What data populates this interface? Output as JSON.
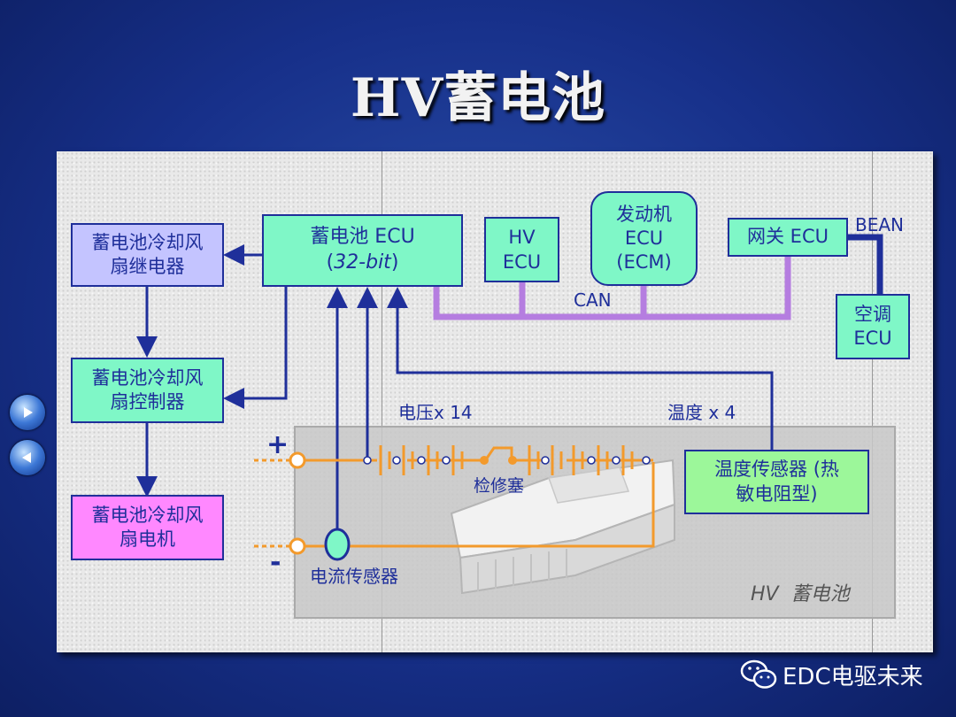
{
  "title": "HV蓄电池",
  "boxes": {
    "battery_ecu_line1": "蓄电池 ECU",
    "battery_ecu_line2_open": "(",
    "battery_ecu_line2_bits": "32-bit",
    "battery_ecu_line2_close": ")",
    "hv_ecu": "HV\nECU",
    "engine_ecu_line1": "发动机",
    "engine_ecu_line2": "ECU",
    "engine_ecu_line3": "(ECM)",
    "gateway_ecu": "网关 ECU",
    "ac_ecu_line1": "空调",
    "ac_ecu_line2": "ECU",
    "fan_relay_line1": "蓄电池冷却风",
    "fan_relay_line2": "扇继电器",
    "fan_controller_line1": "蓄电池冷却风",
    "fan_controller_line2": "扇控制器",
    "fan_motor_line1": "蓄电池冷却风",
    "fan_motor_line2": "扇电机",
    "temp_sensor_line1": "温度传感器 (热",
    "temp_sensor_line2": "敏电阻型)"
  },
  "labels": {
    "bean": "BEAN",
    "can": "CAN",
    "voltage": "电压x 14",
    "temperature": "温度 x 4",
    "plus": "+",
    "minus": "-",
    "service_plug": "检修塞",
    "current_sensor": "电流传感器",
    "hv_battery_prefix": "HV",
    "hv_battery_suffix": "蓄电池"
  },
  "watermark": "EDC电驱未来",
  "colors": {
    "box_border": "#1f2f9a",
    "ecu_green": "#7ff7c7",
    "relay_lavender": "#c4c4ff",
    "motor_pink": "#ff88ff",
    "sensor_green": "#9cf79a",
    "can_bus": "#b57de0",
    "hv_wire": "#f39a2c",
    "signal_line": "#1f2f9a"
  },
  "icons": [
    "play-next-icon",
    "play-prev-icon",
    "wechat-icon"
  ]
}
